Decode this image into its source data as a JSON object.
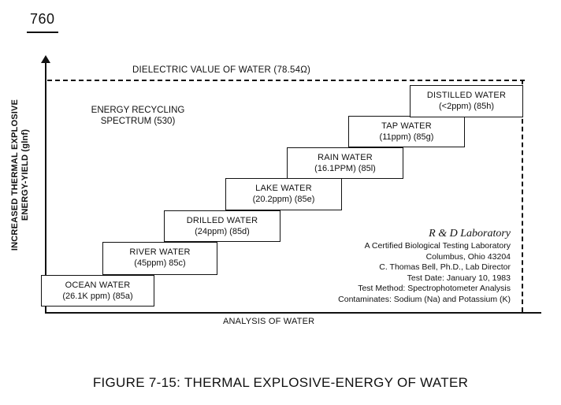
{
  "page_number": "760",
  "y_axis_label": {
    "line1": "INCREASED THERMAL EXPLOSIVE",
    "line2": "ENERGY-YIELD (glnf)"
  },
  "top_label": "DIELECTRIC VALUE OF WATER (78.54Ω)",
  "spectrum_label": {
    "line1": "ENERGY RECYCLING",
    "line2": "SPECTRUM (530)"
  },
  "steps": [
    {
      "name": "OCEAN WATER",
      "detail": "(26.1K ppm) (85a)"
    },
    {
      "name": "RIVER WATER",
      "detail": "(45ppm) 85c)"
    },
    {
      "name": "DRILLED WATER",
      "detail": "(24ppm) (85d)"
    },
    {
      "name": "LAKE WATER",
      "detail": "(20.2ppm) (85e)"
    },
    {
      "name": "RAIN WATER",
      "detail": "(16.1PPM) (85l)"
    },
    {
      "name": "TAP WATER",
      "detail": "(11ppm) (85g)"
    },
    {
      "name": "DISTILLED WATER",
      "detail": "(<2ppm) (85h)"
    }
  ],
  "lab": {
    "title": "R & D Laboratory",
    "lines": [
      "A Certified Biological Testing Laboratory",
      "Columbus, Ohio 43204",
      "C. Thomas Bell, Ph.D., Lab Director",
      "Test Date: January 10, 1983",
      "Test Method: Spectrophotometer Analysis",
      "Contaminates: Sodium (Na) and Potassium (K)"
    ]
  },
  "x_axis_label": "ANALYSIS OF WATER",
  "caption": "FIGURE 7-15: THERMAL EXPLOSIVE-ENERGY OF WATER"
}
